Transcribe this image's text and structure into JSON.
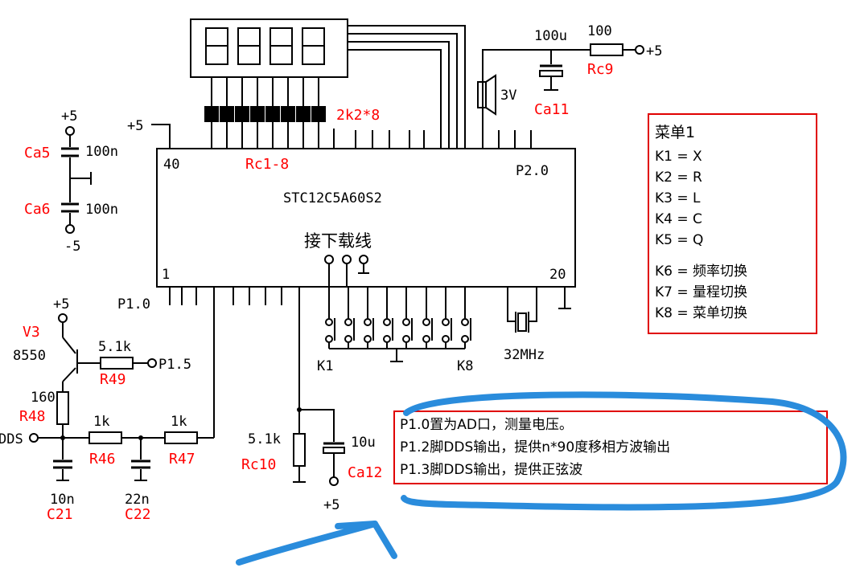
{
  "chip": {
    "name": "STC12C5A60S2",
    "pin40": "40",
    "pin1": "1",
    "pin20": "20",
    "p20": "P2.0",
    "p10": "P1.0",
    "download": "接下载线"
  },
  "display": {
    "res_array": "2k2*8",
    "res_label": "Rc1-8"
  },
  "power": {
    "plus5": "+5",
    "minus5": "-5",
    "ca5": "Ca5",
    "ca6": "Ca6",
    "c100n": "100n",
    "c100u": "100u",
    "r100": "100",
    "rc9": "Rc9",
    "ca11": "Ca11",
    "buzzer_v": "3V"
  },
  "crystal": "32MHz",
  "keys": {
    "k1": "K1",
    "k8": "K8"
  },
  "transistor": {
    "name": "V3",
    "model": "8550"
  },
  "filter": {
    "r49_val": "5.1k",
    "r49": "R49",
    "p15": "P1.5",
    "r48_val": "160",
    "r48": "R48",
    "dds": "DDS",
    "r46_val": "1k",
    "r46": "R46",
    "r47_val": "1k",
    "r47": "R47",
    "c21_val": "10n",
    "c21": "C21",
    "c22_val": "22n",
    "c22": "C22"
  },
  "adc": {
    "rc10_val": "5.1k",
    "rc10": "Rc10",
    "ca12_val": "10u",
    "ca12": "Ca12",
    "plus5": "+5"
  },
  "menu": {
    "title": "菜单1",
    "items": [
      "K1 = X",
      "K2 = R",
      "K3 = L",
      "K4 = C",
      "K5 = Q",
      "K6 = 频率切换",
      "K7 = 量程切换",
      "K8 = 菜单切换"
    ]
  },
  "notes": [
    "P1.0置为AD口，测量电压。",
    "P1.2脚DDS输出，提供n*90度移相方波输出",
    "P1.3脚DDS输出，提供正弦波"
  ],
  "colors": {
    "label": "#ff0000",
    "annotation": "#2a8cdc",
    "box": "#e00000"
  }
}
